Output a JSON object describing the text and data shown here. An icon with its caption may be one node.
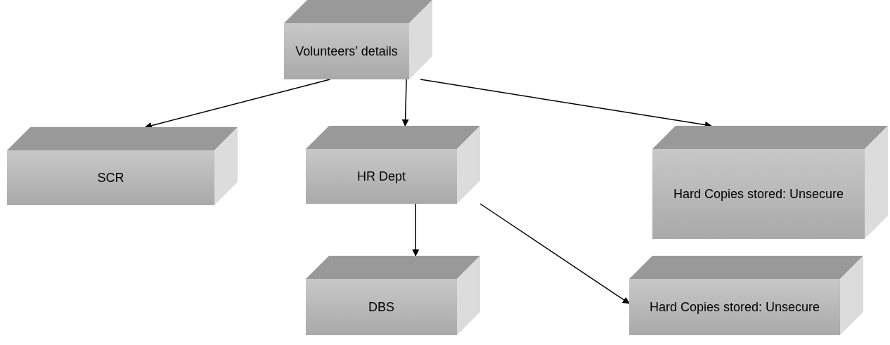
{
  "diagram": {
    "nodes": [
      {
        "text": [
          "Volunteers’ details"
        ]
      },
      {
        "text": [
          "SCR"
        ]
      },
      {
        "text": [
          "HR Dept"
        ]
      },
      {
        "text": [
          "Hard Copies stored: Unsecure"
        ]
      },
      {
        "text": [
          "DBS"
        ]
      },
      {
        "text": [
          "Hard Copies stored: Unsecure"
        ]
      }
    ],
    "edges": [
      {
        "from": 0,
        "to": 1,
        "arrow": "to"
      },
      {
        "from": 0,
        "to": 2,
        "arrow": "to"
      },
      {
        "from": 0,
        "to": 3,
        "arrow": "to"
      },
      {
        "from": 2,
        "to": 4,
        "arrow": "to"
      },
      {
        "from": 2,
        "to": 5,
        "arrow": "to"
      }
    ]
  }
}
